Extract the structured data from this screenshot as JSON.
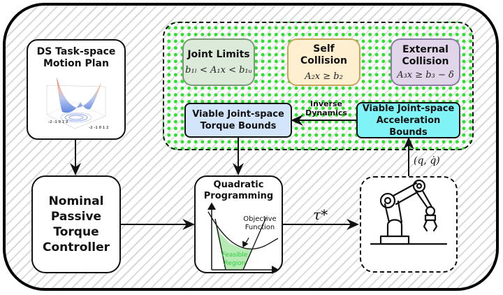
{
  "diagram": {
    "motion_plan": {
      "title_line1": "DS Task-space",
      "title_line2": "Motion Plan",
      "plot_icon": "3d-surface-plot-icon"
    },
    "controller": {
      "line1": "Nominal",
      "line2": "Passive",
      "line3": "Torque",
      "line4": "Controller"
    },
    "constraints": {
      "joint_limits": {
        "title": "Joint Limits",
        "equation": "b₁ₗ < A₁x < b₁ᵤ",
        "color": "#dcebd9"
      },
      "self_collision": {
        "title": "Self Collision",
        "equation": "A₂x ≥ b₂",
        "color": "#fdefcf"
      },
      "external_collision": {
        "title_line1": "External",
        "title_line2": "Collision",
        "equation": "A₃x ≥ b₃ − δ",
        "color": "#e1d5ea"
      }
    },
    "torque_bounds": {
      "line1": "Viable Joint-space",
      "line2": "Torque Bounds",
      "color": "#d3e5fa"
    },
    "accel_bounds": {
      "line1": "Viable Joint-space",
      "line2": "Acceleration Bounds",
      "color": "#7ff3f5"
    },
    "inverse_dynamics": {
      "line1": "Inverse",
      "line2": "Dynamics"
    },
    "qp": {
      "title_line1": "Quadratic",
      "title_line2": "Programming",
      "objective_line1": "Objective",
      "objective_line2": "Function",
      "feasible_line1": "Feasible",
      "feasible_line2": "Region",
      "feasible_color": "#2ecc40"
    },
    "tau_label": "τ*",
    "state_label": "(q, q̇)",
    "robot_icon": "robot-arm-icon",
    "accent_dot_color": "#2ee02e"
  }
}
